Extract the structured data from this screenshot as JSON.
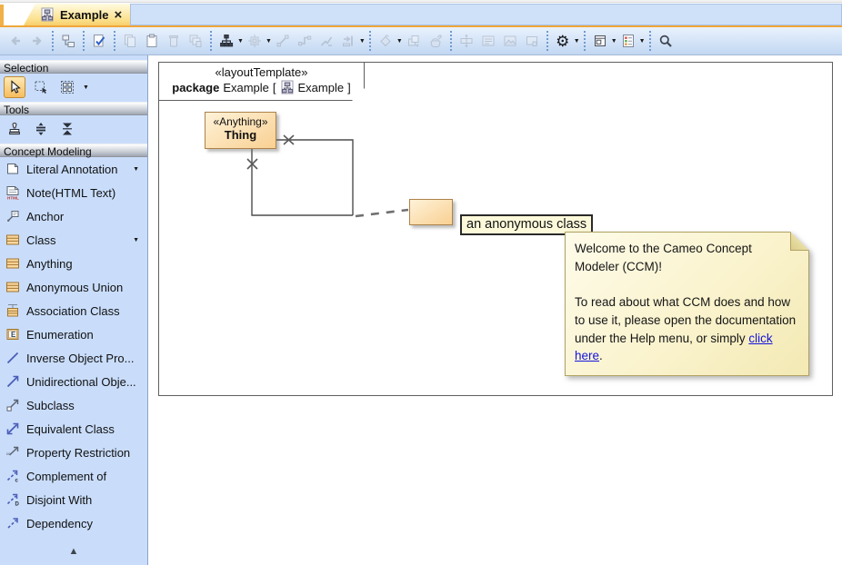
{
  "tab": {
    "title": "Example"
  },
  "icons": {
    "close_glyph": "×",
    "caret_down": "▼",
    "scroll_up_glyph": "▲",
    "gear_glyph": "⚙",
    "enum_letter": "E",
    "html_label": "HTML",
    "infinity_glyph": "∞",
    "complement_letter": "c",
    "disjoint_letter": "D"
  },
  "toolbar": {
    "groups": [
      [
        "back-icon",
        "forward-icon"
      ],
      [
        "containment-tree-icon"
      ],
      [
        "validate-diagram-icon"
      ],
      [
        "copy-icon",
        "paste-icon",
        "delete-icon",
        "delete-from-diagram-icon"
      ],
      [
        "quick-layout-icon",
        "related-elements-icon",
        "straight-line-icon",
        "rectilinear-line-icon",
        "oblique-line-icon",
        "reset-label-positions-icon"
      ],
      [
        "fill-color-icon",
        "bring-to-front-icon",
        "clear-formatting-icon"
      ],
      [
        "make-same-size-icon",
        "show-text-icon",
        "insert-image-icon",
        "show-on-screen-icon"
      ],
      [
        "options-gear-icon"
      ],
      [
        "window-layout-icon",
        "legend-icon"
      ],
      [
        "zoom-magnifier-icon"
      ]
    ]
  },
  "sidebar": {
    "selection": {
      "title": "Selection",
      "tools": [
        "pointer-tool",
        "marquee-select-tool",
        "multi-select-tool"
      ]
    },
    "tools": {
      "title": "Tools",
      "tools": [
        "stamp-tool",
        "vertical-separation-tool",
        "vertical-compression-tool"
      ]
    },
    "concept_modeling": {
      "title": "Concept Modeling",
      "items": [
        {
          "label": "Literal Annotation",
          "icon": "note-icon",
          "has_dropdown": true
        },
        {
          "label": "Note(HTML Text)",
          "icon": "note-html-icon",
          "has_dropdown": false
        },
        {
          "label": "Anchor",
          "icon": "anchor-icon",
          "has_dropdown": false
        },
        {
          "label": "Class",
          "icon": "class-icon",
          "has_dropdown": true
        },
        {
          "label": "Anything",
          "icon": "class-icon",
          "has_dropdown": false
        },
        {
          "label": "Anonymous Union",
          "icon": "class-icon",
          "has_dropdown": false
        },
        {
          "label": "Association Class",
          "icon": "association-class-icon",
          "has_dropdown": false
        },
        {
          "label": "Enumeration",
          "icon": "enumeration-icon",
          "has_dropdown": false
        },
        {
          "label": "Inverse Object Pro...",
          "icon": "line-icon",
          "has_dropdown": false
        },
        {
          "label": "Unidirectional Obje...",
          "icon": "arrow-icon",
          "has_dropdown": false
        },
        {
          "label": "Subclass",
          "icon": "subclass-icon",
          "has_dropdown": false
        },
        {
          "label": "Equivalent Class",
          "icon": "equivalent-icon",
          "has_dropdown": false
        },
        {
          "label": "Property Restriction",
          "icon": "property-restriction-icon",
          "has_dropdown": false
        },
        {
          "label": "Complement of",
          "icon": "complement-icon",
          "has_dropdown": false
        },
        {
          "label": "Disjoint With",
          "icon": "disjoint-icon",
          "has_dropdown": false
        },
        {
          "label": "Dependency",
          "icon": "dependency-icon",
          "has_dropdown": false
        }
      ]
    }
  },
  "diagram": {
    "frame": {
      "stereotype": "«layoutTemplate»",
      "kind": "package",
      "name": "Example",
      "open_bracket": "[",
      "ref": "Example",
      "close_bracket": "]"
    },
    "thing": {
      "stereotype": "«Anything»",
      "name": "Thing"
    },
    "anon_label": "an anonymous class",
    "note": {
      "p1": "Welcome to the Cameo Concept Modeler (CCM)!",
      "p2_before": "To read about what CCM does and how to use it, please open the documentation under the Help menu, or simply ",
      "p2_link": "click here",
      "p2_after": "."
    }
  },
  "colors": {
    "accent_orange": "#f0a63a",
    "tab_fill": "#fbe291",
    "panel_blue": "#c9ddfb",
    "class_fill": "#f9d092",
    "class_border": "#ad824a",
    "note_fill": "#faf3cd",
    "link_blue": "#1414dd"
  }
}
